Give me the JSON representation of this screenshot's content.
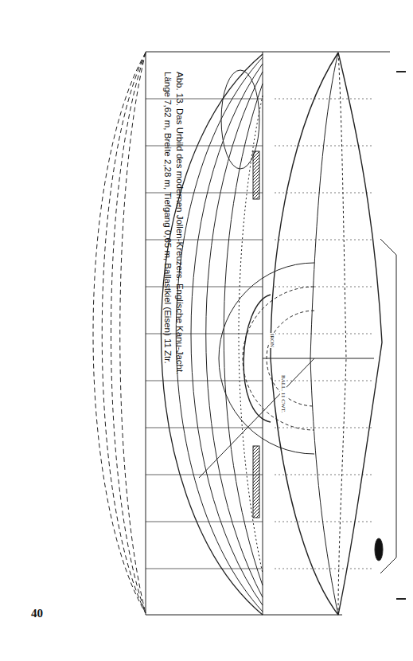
{
  "diagram": {
    "caption": "Abb. 13. Das Urbild des modernen Jollen-Kreuzers. Englische Kanu-Jacht. Länge 7,62 m, Breite 2,28 m, Tiefgang 0,65 m, Ballastkiel (Eisen) 11 Ztr.",
    "labels": [
      "40",
      "IRON",
      "BALL. 11 CWT."
    ]
  }
}
